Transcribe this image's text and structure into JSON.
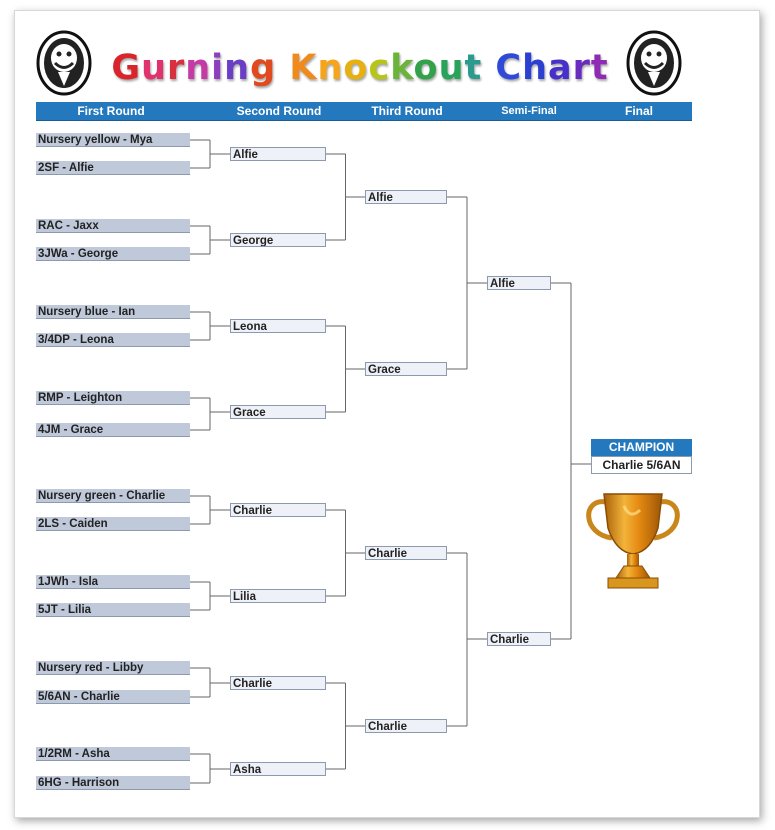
{
  "title": "Gurning Knockout Chart",
  "title_colors": {
    "Gurning": [
      "#d8242a",
      "#e0336e",
      "#d9303f",
      "#c63aa6",
      "#8e3fbd",
      "#6a3fc6",
      "#e04a1e"
    ],
    "Knockout": [
      "#f08a1d",
      "#f6a41a",
      "#e6b012",
      "#b7c41a",
      "#6ab43a",
      "#31a24a",
      "#29a35a",
      "#2c9a8c"
    ],
    "Chart": [
      "#2f49d9",
      "#2b3fd0",
      "#4630c9",
      "#6a2cbf",
      "#8e2ab4"
    ]
  },
  "rounds": [
    "First Round",
    "Second Round",
    "Third Round",
    "Semi-Final",
    "Final"
  ],
  "first_round": [
    "Nursery yellow - Mya",
    "2SF - Alfie",
    "RAC - Jaxx",
    "3JWa - George",
    "Nursery blue - Ian",
    "3/4DP - Leona",
    "RMP - Leighton",
    "4JM - Grace",
    "Nursery green - Charlie",
    "2LS - Caiden",
    "1JWh - Isla",
    "5JT - Lilia",
    "Nursery red - Libby",
    "5/6AN - Charlie",
    "1/2RM - Asha",
    "6HG - Harrison"
  ],
  "second_round": [
    "Alfie",
    "George",
    "Leona",
    "Grace",
    "Charlie",
    "Lilia",
    "Charlie",
    "Asha"
  ],
  "third_round": [
    "Alfie",
    "Grace",
    "Charlie",
    "Charlie"
  ],
  "semi_final": [
    "Alfie",
    "Charlie"
  ],
  "champion": {
    "label": "CHAMPION",
    "name": "Charlie 5/6AN"
  },
  "colors": {
    "header_blue": "#2479be",
    "cell_first": "#bfc9d9",
    "cell_other": "#eef1f7",
    "line": "#666666"
  }
}
